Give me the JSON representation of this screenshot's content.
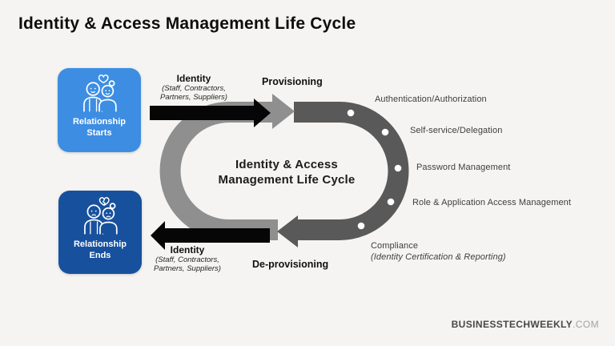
{
  "title": "Identity & Access Management Life Cycle",
  "boxes": {
    "start": {
      "line1": "Relationship",
      "line2": "Starts",
      "icon": "couple-heart-icon"
    },
    "end": {
      "line1": "Relationship",
      "line2": "Ends",
      "icon": "couple-broken-heart-icon"
    }
  },
  "cycle": {
    "center_line1": "Identity & Access",
    "center_line2": "Management Life Cycle",
    "top_flow": {
      "title": "Identity",
      "sub1": "(Staff, Contractors,",
      "sub2": "Partners, Suppliers)",
      "phase": "Provisioning"
    },
    "bottom_flow": {
      "title": "Identity",
      "sub1": "(Staff, Contractors,",
      "sub2": "Partners, Suppliers)",
      "phase": "De-provisioning"
    },
    "stages": [
      "Authentication/Authorization",
      "Self-service/Delegation",
      "Password Management",
      "Role & Application Access Management",
      "Compliance"
    ],
    "compliance_sub": "(Identity Certification & Reporting)"
  },
  "colors": {
    "background": "#f5f4f2",
    "start_box_blue": "#3d8ee2",
    "end_box_blue": "#17519e",
    "ring_dark_gray": "#595959",
    "ring_light_gray": "#8f8f8f",
    "arrow_black": "#060606"
  },
  "footer": {
    "brand": "BUSINESSTECHWEEKLY",
    "suffix": ".COM"
  }
}
